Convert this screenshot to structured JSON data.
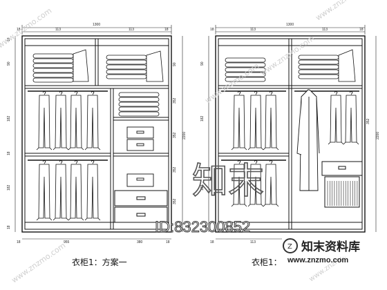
{
  "captions": {
    "left": "衣柜1：方案一",
    "right": "衣柜1："
  },
  "dims": {
    "total_width": "1300",
    "top_left": "113",
    "top_right": "113",
    "side_18": "18",
    "left_heights": [
      "90",
      "352",
      "352",
      "352",
      "352"
    ],
    "total_height": "2200",
    "bottom_left": "955",
    "bottom_right": "380",
    "rail_heights": [
      "182",
      "182"
    ],
    "bottom_18": "18"
  },
  "watermarks": {
    "site": "www.znzmo.com",
    "brand_cn": "知末资料库",
    "brand_big": "知末",
    "id_label": "ID:832300852"
  }
}
